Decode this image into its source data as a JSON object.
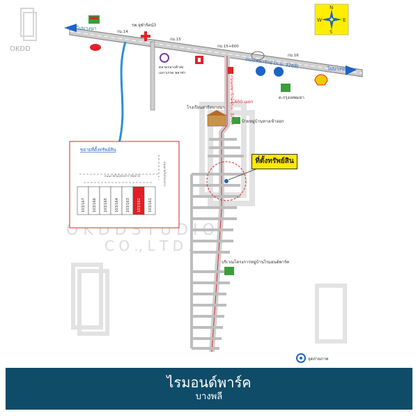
{
  "watermark": {
    "brand": "OKDD",
    "studio": "O K D D   S T U D I O",
    "company": "C O .,  L T D ."
  },
  "compass": {
    "n": "N",
    "s": "S",
    "e": "E",
    "w": "W"
  },
  "roads": {
    "west_label": "ไปบางนา",
    "east_label": "ไปบางปะกง",
    "main_road": "ถนนเทพารักษ์ (ก.ม. 3268)",
    "km14": "กม.14",
    "km15": "กม.15",
    "km15_600": "กม.15+600",
    "km16": "กม.16",
    "distance": "1,600 เมตร"
  },
  "landmarks": {
    "hospital": "รพ.จุฬารัตน์3",
    "market": "ตลาดกลางค้าส่ง\nเมกาเกรด พลาซ่า",
    "school": "โรงเรียนสาธิตบางนา",
    "village_sign": "ป้ายหมู่บ้านทางเข้าออก",
    "police": "ต.กรุงเทพมหา",
    "project": "บริเวณโครงการหมู่บ้านไรมอนด์พาร์ค",
    "photo_point": "จุดถ่ายภาพ"
  },
  "property_label": "ที่ตั้งทรัพย์สิน",
  "inset": {
    "title": "ขยายที่ตั้งทรัพย์สิน",
    "lots": [
      "103/167",
      "103/166",
      "103/165",
      "103/164",
      "103/163",
      "103/162",
      "103/161"
    ],
    "road_a": "ถนนภายในโครงการ (ซอย 5)",
    "road_b": "ถนนภายในโครงการ"
  },
  "banner": {
    "title": "ไรมอนด์พาร์ค",
    "subtitle": "บางพลี"
  },
  "colors": {
    "red": "#e0232a",
    "banner": "#0f4c68",
    "road": "#888888",
    "callout": "#ffea00",
    "highlight_lot": "#e31e24"
  }
}
